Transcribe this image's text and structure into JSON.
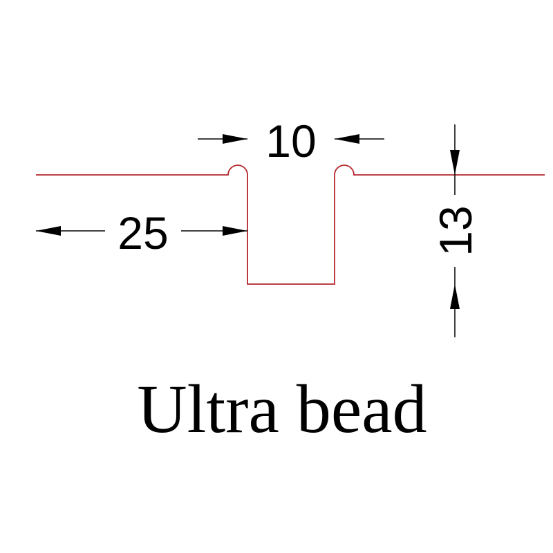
{
  "colors": {
    "profile": "#b3262b",
    "dimension": "#000000",
    "background": "#ffffff"
  },
  "dimensions": {
    "top_width": "10",
    "flange_width": "25",
    "depth": "13"
  },
  "caption": "Ultra bead"
}
